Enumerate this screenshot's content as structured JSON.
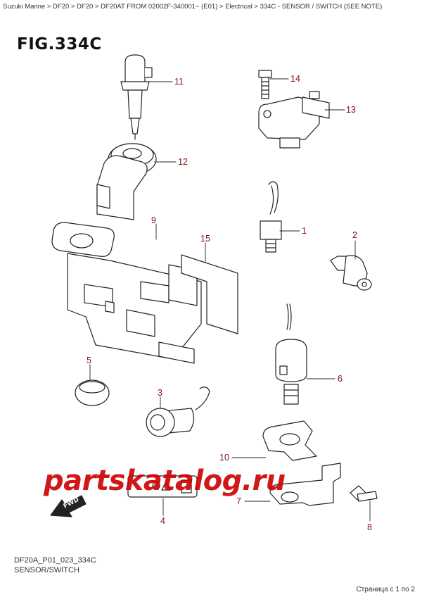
{
  "breadcrumb": "Suzuki Marine > DF20 > DF20 > DF20AT FROM 02002F-340001~ (E01) > Electrical > 334C - SENSOR / SWITCH (SEE NOTE)",
  "figure_title": "FIG.334C",
  "watermark": "partskatalog.ru",
  "fwd_label": "FWD",
  "callouts": {
    "c1": "1",
    "c2": "2",
    "c3": "3",
    "c4": "4",
    "c5": "5",
    "c6": "6",
    "c7": "7",
    "c8": "8",
    "c9": "9",
    "c10": "10",
    "c11": "11",
    "c12": "12",
    "c13": "13",
    "c14": "14",
    "c15": "15"
  },
  "footer": {
    "code": "DF20A_P01_023_334C",
    "caption": "SENSOR/SWITCH"
  },
  "pager": "Страница с 1 по 2",
  "colors": {
    "callout": "#8a1010",
    "watermark": "#cc0000",
    "line": "#222222"
  }
}
